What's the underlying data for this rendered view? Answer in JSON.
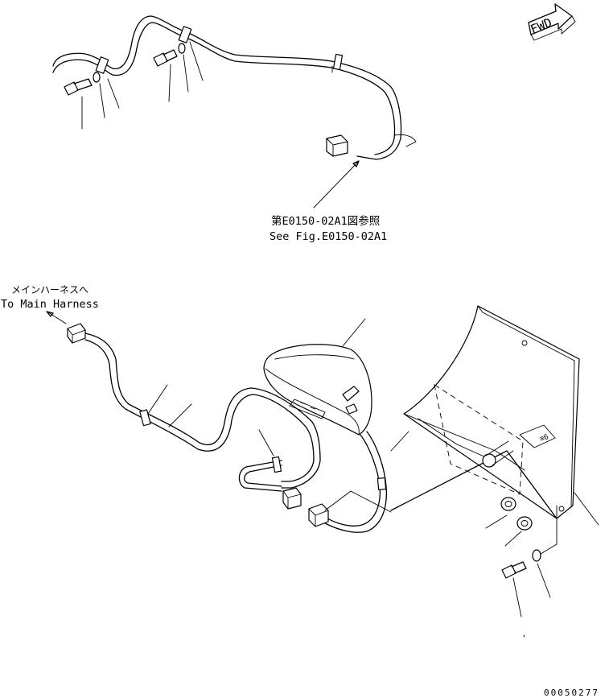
{
  "fwd_label": "FWD",
  "ref_note": {
    "line1": "第E0150-02A1図参照",
    "line2": "See Fig.E0150-02A1"
  },
  "harness_note": {
    "line1": "メインハーネスへ",
    "line2": "To Main Harness"
  },
  "drawing_number": "00050277"
}
